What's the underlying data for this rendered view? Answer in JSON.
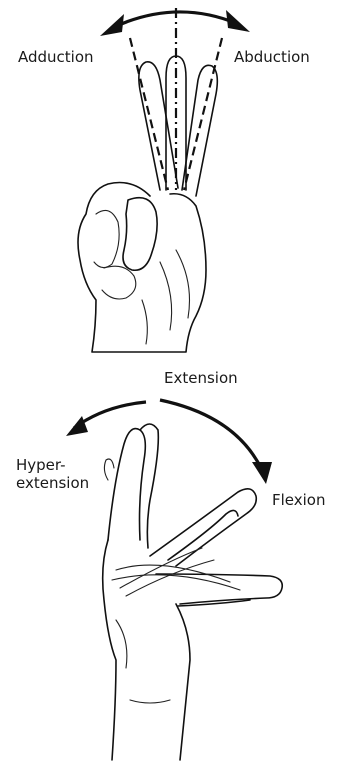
{
  "labels": {
    "adduction": "Adduction",
    "abduction": "Abduction",
    "extension": "Extension",
    "hyperextension_line1": "Hyper-",
    "hyperextension_line2": "extension",
    "flexion": "Flexion"
  },
  "colors": {
    "ink": "#111111",
    "background": "#ffffff"
  }
}
